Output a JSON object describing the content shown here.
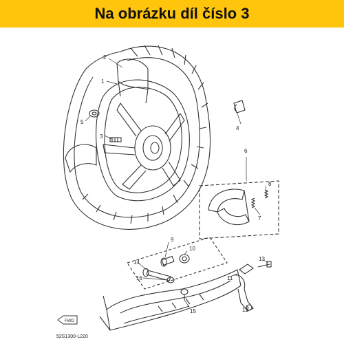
{
  "banner": {
    "text": "Na obrázku díl číslo 3",
    "color": "#ffc40c"
  },
  "callouts": [
    "1",
    "2",
    "3",
    "4",
    "5",
    "6",
    "7",
    "8",
    "9",
    "10",
    "11",
    "12",
    "13",
    "14",
    "15",
    "16"
  ],
  "footer": {
    "direction_label": "FWD",
    "diagram_code": "52S1300-L220"
  }
}
